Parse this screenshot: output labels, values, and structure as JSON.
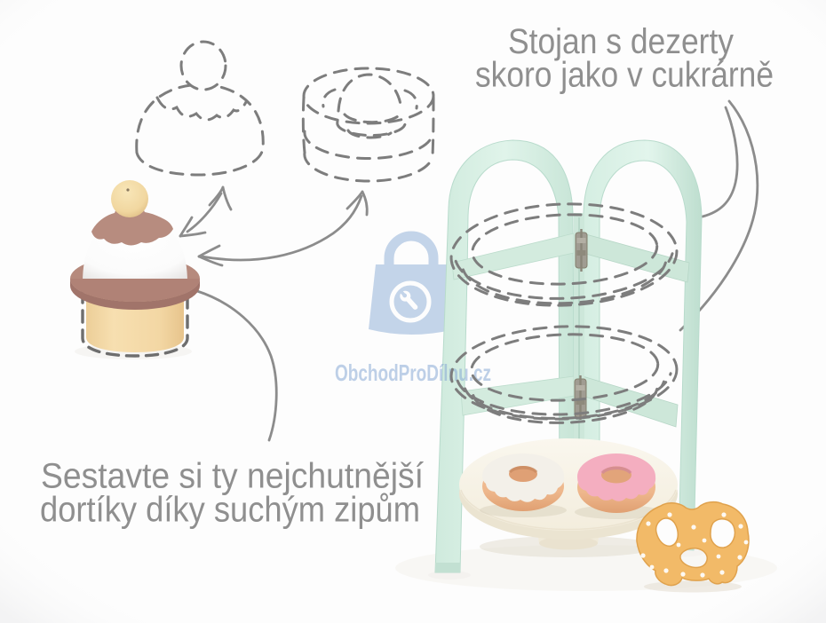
{
  "captions": {
    "top": {
      "line1": "Stojan s dezerty",
      "line2": "skoro jako v cukrárně"
    },
    "bottom": {
      "line1": "Sestavte si ty nejchutnější",
      "line2": "dortíky díky suchým zipům"
    },
    "color": "#8f8f8f"
  },
  "watermark": {
    "text": "ObchodProDílnu.cz",
    "icon": "shopping-bag-wrench-icon",
    "color": "#7fa3d2"
  },
  "scene": {
    "objects": [
      "wooden-cupcake-toy",
      "dashed-outline-frosting-dome",
      "dashed-outline-layer-cake",
      "mint-folding-dessert-stand",
      "dashed-outline-tier-plates",
      "white-plate",
      "donut-white-icing",
      "donut-pink-icing",
      "wooden-pretzel"
    ],
    "colors": {
      "background": "#fdfdfd",
      "dashed_lines": "#7d7d7d",
      "arrows": "#8c8c8c",
      "mint_stand": "#cde9dd",
      "mint_shade": "#b7dcce",
      "plate_cream": "#f7f3e8",
      "donut_body": "#eeb287",
      "icing_white": "#f3f0e9",
      "icing_pink": "#f4aec0",
      "pretzel_gold": "#f2ba68",
      "cupcake_mauve": "#ad8176",
      "wood_light": "#f3d8a5",
      "ball_cream": "#f3dca4"
    }
  }
}
